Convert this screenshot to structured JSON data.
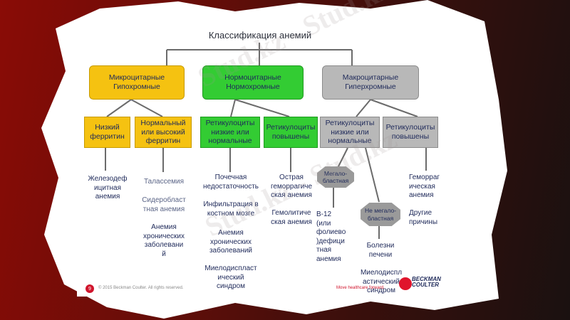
{
  "title": "Классификация анемий",
  "top_boxes": [
    {
      "text": "Микроцитарные\nГипохромные"
    },
    {
      "text": "Нормоцитарные\nНормохромные"
    },
    {
      "text": "Макроцитарные\nГиперхромные"
    }
  ],
  "sub_boxes": [
    {
      "text": "Низкий\nферритин"
    },
    {
      "text": "Нормальный\nили высокий\nферритин"
    },
    {
      "text": "Ретикулоциты\nнизкие или\nнормальные"
    },
    {
      "text": "Ретикулоциты\nповышены"
    },
    {
      "text": "Ретикулоциты\nнизкие или\nнормальные"
    },
    {
      "text": "Ретикулоциты\nповышены"
    }
  ],
  "octagons": [
    {
      "text": "Мегало-\nбластная"
    },
    {
      "text": "Не мегало-\nбластная"
    }
  ],
  "items": {
    "col1": [
      "Железодеф\nицитная\nанемия"
    ],
    "col2": [
      "Талассемия",
      "Сидеробласт\nтная анемия",
      "Анемия\nхронических\nзаболевани\nй"
    ],
    "col3": [
      "Почечная\nнедостаточность",
      "Инфильтрация в\nкостном мозге",
      "Анемия\nхронических\nзаболеваний",
      "Миелодиспласт\nический\nсиндром"
    ],
    "col4": [
      "Острая\nгеморрагиче\nская анемия",
      "Гемолитиче\nская анемия"
    ],
    "col5": [
      "В-12\n(или\nфолиево\n)дефици\nтная\nанемия"
    ],
    "col6": [
      "Болезни\nпечени",
      "Миелодиспл\nастический\nсиндром"
    ],
    "col7": [
      "Геморраг\nическая\nанемия",
      "Другие\nпричины"
    ]
  },
  "footer": {
    "page": "9",
    "copyright": "© 2015 Beckman Coulter. All rights reserved.",
    "tagline": "Move healthcare forward.",
    "logo": "BECKMAN\nCOULTER"
  },
  "watermark": "Stud.kz - Stud.kz",
  "colors": {
    "yellow": "#f5c211",
    "green": "#33cc33",
    "grey": "#b8b8b8",
    "text": "#1f2a5a",
    "background_red": "#8a0c06"
  }
}
